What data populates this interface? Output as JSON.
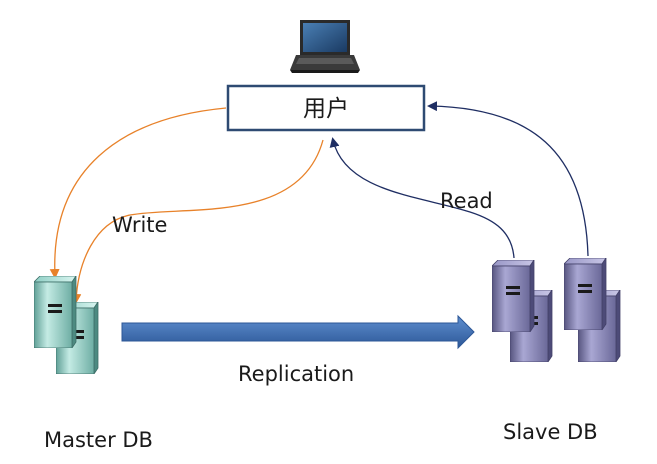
{
  "user_box": {
    "label": "用户"
  },
  "labels": {
    "write": "Write",
    "read": "Read",
    "replication": "Replication",
    "master": "Master DB",
    "slave": "Slave DB"
  },
  "icons": {
    "client": "laptop-icon",
    "master": "server-icon",
    "slave": "server-icon"
  },
  "colors": {
    "user_box_border": "#2e4a72",
    "write_arrow": "#e8822a",
    "read_arrow": "#1f2e63",
    "replication_arrow": "#3e6fb5",
    "master_server": "#8ac9c0",
    "slave_server": "#8a88b8"
  }
}
